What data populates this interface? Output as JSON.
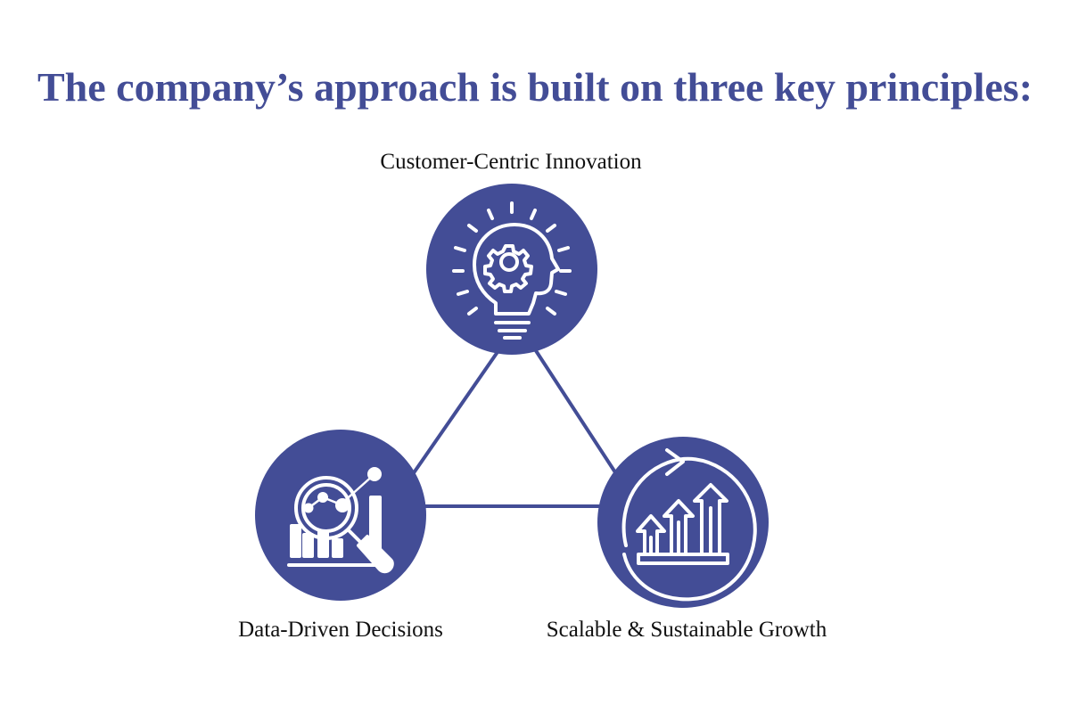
{
  "title": "The company’s approach is built on three key principles:",
  "colors": {
    "accent": "#434d96",
    "text": "#111111",
    "icon_stroke": "#ffffff",
    "background": "#ffffff"
  },
  "principles": [
    {
      "label": "Customer-Centric Innovation",
      "icon": "lightbulb-head-gear-icon"
    },
    {
      "label": "Data-Driven Decisions",
      "icon": "magnifier-analytics-icon"
    },
    {
      "label": "Scalable & Sustainable Growth",
      "icon": "growth-arrows-icon"
    }
  ]
}
